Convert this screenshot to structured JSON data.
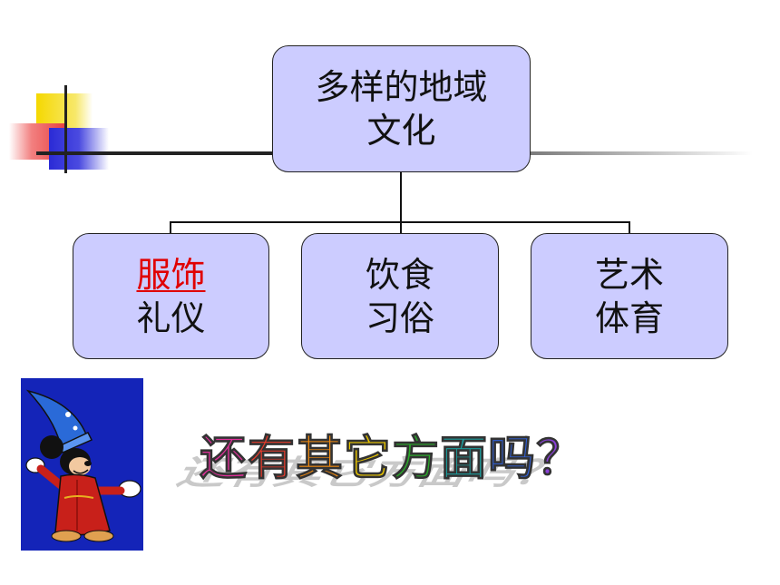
{
  "diagram": {
    "root": {
      "line1": "多样的地域",
      "line2": "文化"
    },
    "children": [
      {
        "line1": "服饰",
        "line2": "礼仪"
      },
      {
        "line1": "饮食",
        "line2": "习俗"
      },
      {
        "line1": "艺术",
        "line2": "体育"
      }
    ]
  },
  "question": {
    "text": "还有其它方面吗？",
    "chars": [
      "还",
      "有",
      "其",
      "它",
      "方",
      "面",
      "吗",
      "？"
    ],
    "colors": [
      "#e0309a",
      "#e83a2a",
      "#f08a10",
      "#e8c400",
      "#2aa82a",
      "#1c9c9c",
      "#3060d8",
      "#8a40d8"
    ]
  },
  "colors": {
    "box_fill": "#ccccff",
    "highlight_red": "#e00000",
    "picture_bg": "#1424b8"
  },
  "icons": {
    "picture": "wizard-mouse-illustration"
  }
}
